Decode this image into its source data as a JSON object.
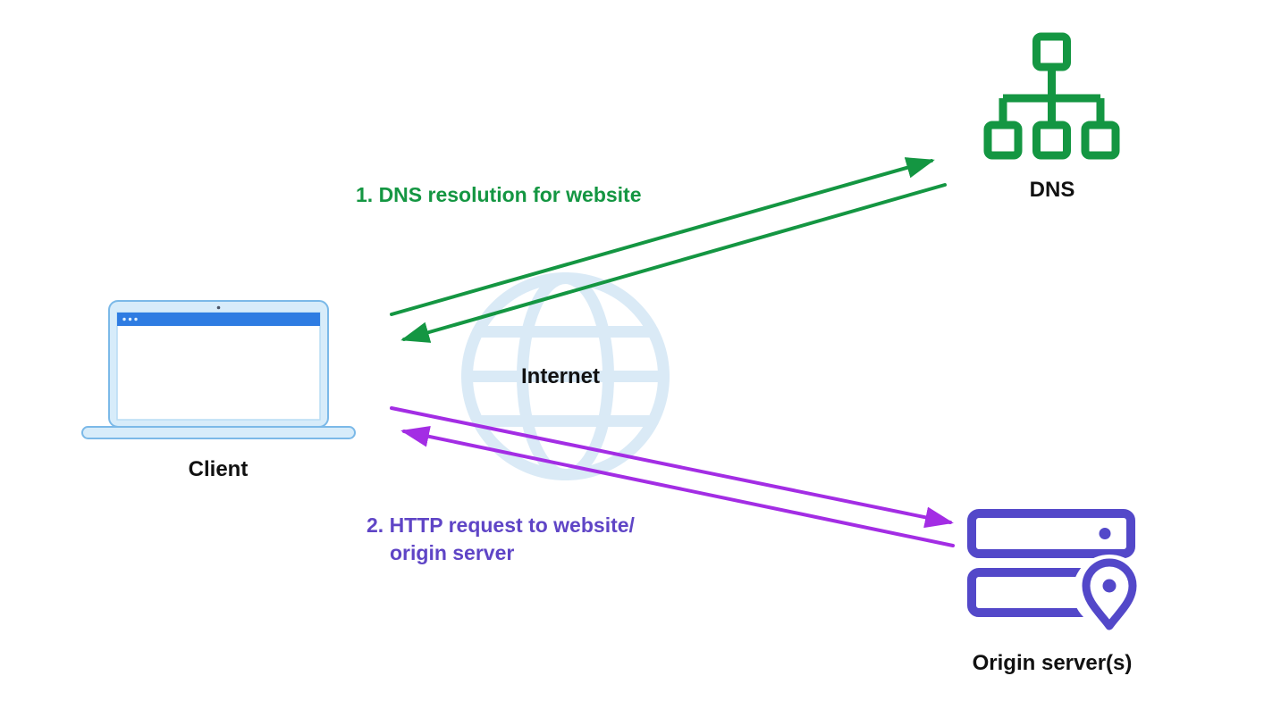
{
  "diagram": {
    "labels": {
      "client": "Client",
      "internet": "Internet",
      "dns": "DNS",
      "origin": "Origin server(s)",
      "step1": "1. DNS resolution for website",
      "step2_line1": "2. HTTP request to website/",
      "step2_line2": "origin server"
    },
    "colors": {
      "green": "#149642",
      "purple_arrow": "#a32de4",
      "purple_icon": "#5348c9",
      "purple_text": "#5f45c6",
      "laptop_blue": "#2e7ce2",
      "laptop_light": "#d7ecfa",
      "laptop_border": "#7bb9e8",
      "globe": "#daeaf6",
      "label_text": "#111111",
      "background": "#ffffff"
    }
  }
}
